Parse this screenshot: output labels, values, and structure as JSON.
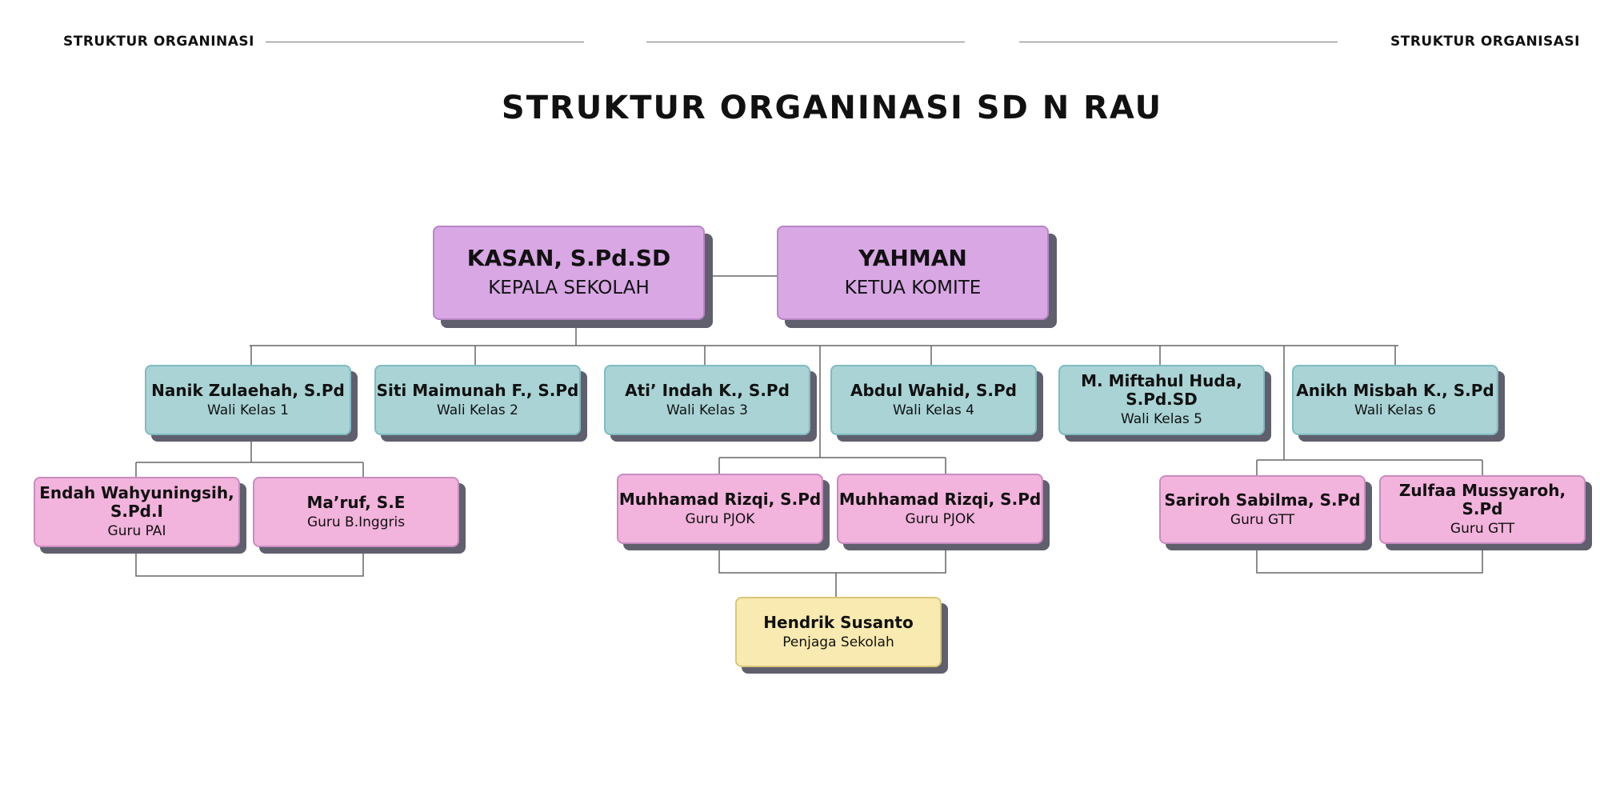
{
  "header": {
    "left": "STRUKTUR ORGANINASI",
    "right": "STRUKTUR ORGANISASI"
  },
  "title": "STRUKTUR ORGANINASI SD N RAU",
  "top": {
    "kepala": {
      "name": "KASAN, S.Pd.SD",
      "role": "KEPALA SEKOLAH"
    },
    "komite": {
      "name": "YAHMAN",
      "role": "KETUA KOMITE"
    }
  },
  "wali": [
    {
      "name": "Nanik Zulaehah, S.Pd",
      "role": "Wali Kelas 1"
    },
    {
      "name": "Siti Maimunah F., S.Pd",
      "role": "Wali Kelas 2"
    },
    {
      "name": "Ati’ Indah  K., S.Pd",
      "role": "Wali Kelas 3"
    },
    {
      "name": "Abdul Wahid, S.Pd",
      "role": "Wali Kelas 4"
    },
    {
      "name": "M. Miftahul Huda, S.Pd.SD",
      "role": "Wali Kelas 5"
    },
    {
      "name": "Anikh Misbah K., S.Pd",
      "role": "Wali Kelas 6"
    }
  ],
  "guru": [
    {
      "name": "Endah Wahyuningsih, S.Pd.I",
      "role": "Guru PAI"
    },
    {
      "name": "Ma’ruf, S.E",
      "role": "Guru B.Inggris"
    },
    {
      "name": "Muhhamad Rizqi, S.Pd",
      "role": "Guru PJOK"
    },
    {
      "name": "Muhhamad Rizqi, S.Pd",
      "role": "Guru PJOK"
    },
    {
      "name": "Sariroh Sabilma, S.Pd",
      "role": "Guru GTT"
    },
    {
      "name": "Zulfaa Mussyaroh, S.Pd",
      "role": "Guru GTT"
    }
  ],
  "penjaga": {
    "name": "Hendrik Susanto",
    "role": "Penjaga Sekolah"
  },
  "colors": {
    "kepala_box": "#d8a7e4",
    "wali_box": "#a9d3d5",
    "guru_box": "#f2b3dc",
    "penjaga_box": "#f8eab0",
    "shadow": "#5f5f6d"
  }
}
